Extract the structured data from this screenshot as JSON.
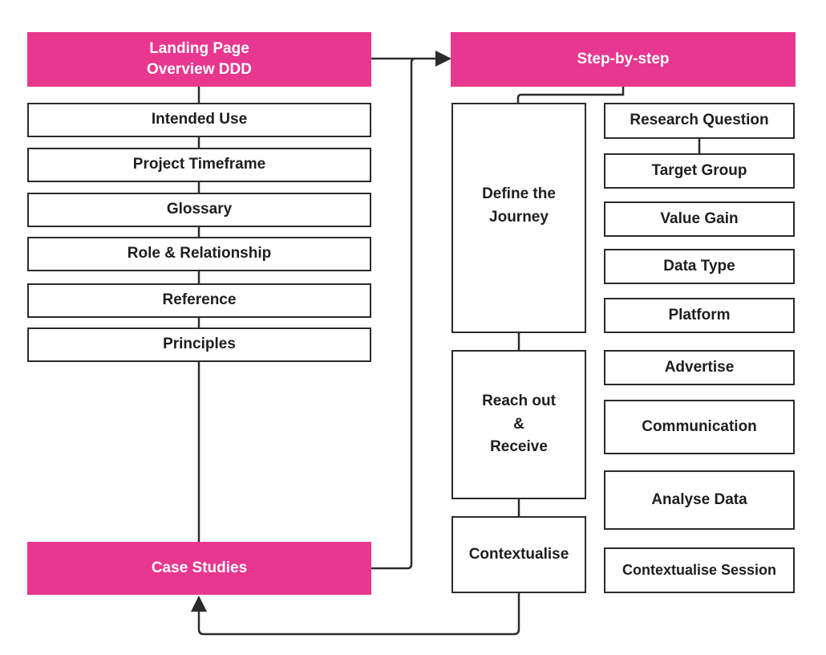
{
  "colors": {
    "accent": "#e8378f",
    "stroke": "#2b2b2b",
    "text": "#1e1e1e"
  },
  "left": {
    "header": "Landing Page\nOverview DDD",
    "items": [
      "Intended Use",
      "Project Timeframe",
      "Glossary",
      "Role & Relationship",
      "Reference",
      "Principles"
    ],
    "case_studies": "Case Studies"
  },
  "right": {
    "header": "Step-by-step",
    "phases": [
      "Define the\nJourney",
      "Reach out\n&\nReceive",
      "Contextualise"
    ],
    "steps": [
      "Research Question",
      "Target Group",
      "Value Gain",
      "Data Type",
      "Platform",
      "Advertise",
      "Communication",
      "Analyse Data",
      "Contextualise Session"
    ]
  }
}
